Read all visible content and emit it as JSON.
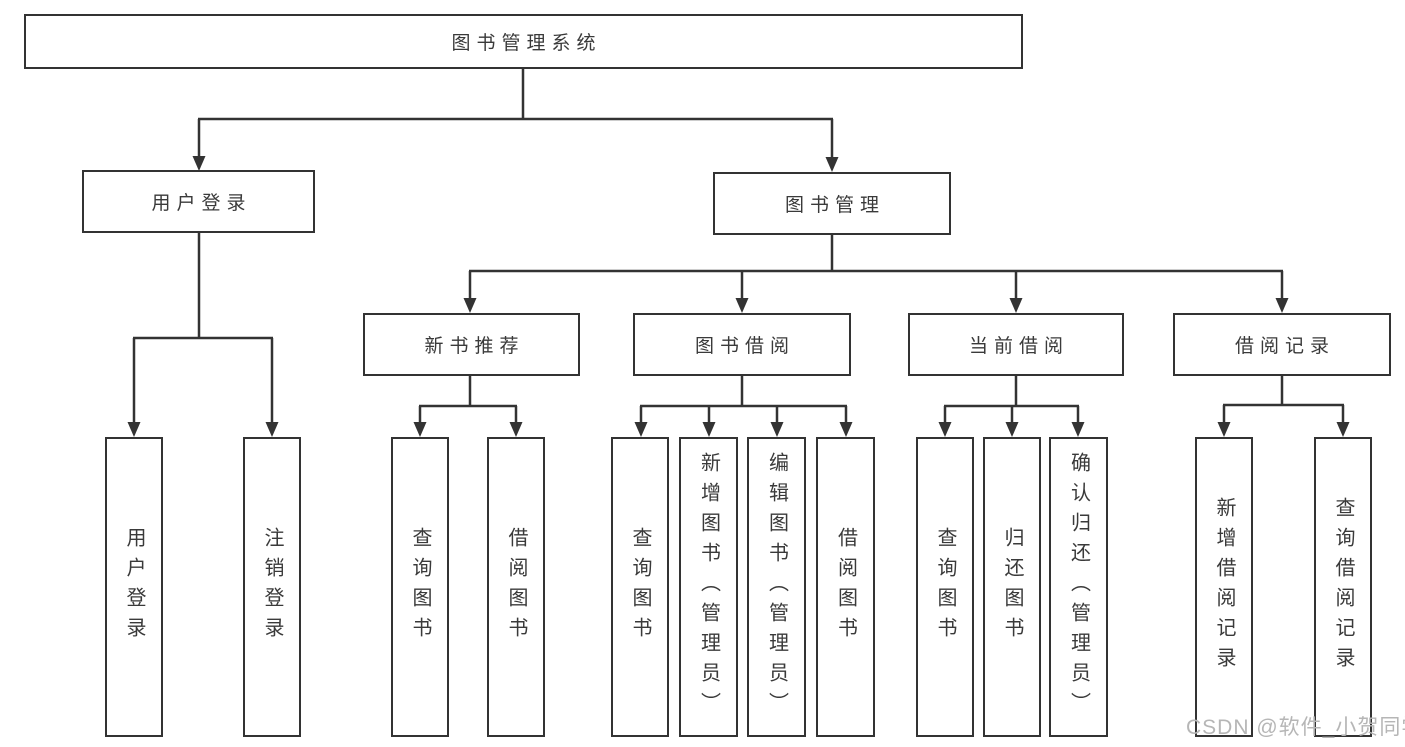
{
  "nodes": {
    "root": "图书管理系统",
    "level2": {
      "user_login": "用户登录",
      "book_manage": "图书管理"
    },
    "user_login_children": {
      "login": "用户登录",
      "logout": "注销登录"
    },
    "level3": {
      "new_books": "新书推荐",
      "book_borrow": "图书借阅",
      "current_borrow": "当前借阅",
      "borrow_records": "借阅记录"
    },
    "new_books_children": {
      "query_books": "查询图书",
      "borrow_books": "借阅图书"
    },
    "book_borrow_children": {
      "query_books": "查询图书",
      "add_books": "新增图书（管理员）",
      "edit_books": "编辑图书（管理员）",
      "borrow_books": "借阅图书"
    },
    "current_borrow_children": {
      "query_books": "查询图书",
      "return_books": "归还图书",
      "confirm_return": "确认归还（管理员）"
    },
    "borrow_records_children": {
      "add_record": "新增借阅记录",
      "query_record": "查询借阅记录"
    }
  },
  "watermark": "CSDN @软件_小贺同学",
  "colors": {
    "line": "#333333",
    "text": "#3a3a3a",
    "background": "#ffffff",
    "watermark": "#b6b6b6"
  }
}
